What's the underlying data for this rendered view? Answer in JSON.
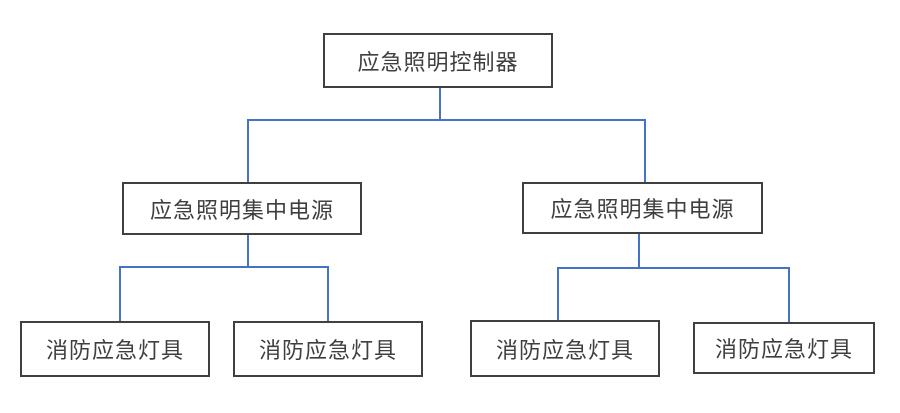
{
  "diagram": {
    "type": "hierarchy-tree",
    "colors": {
      "background": "#ffffff",
      "box_border": "#404040",
      "box_text": "#3f3f3f",
      "connector": "#4472c4"
    },
    "nodes": {
      "controller": {
        "label": "应急照明控制器",
        "level": 1
      },
      "power_left": {
        "label": "应急照明集中电源",
        "level": 2,
        "parent": "controller"
      },
      "power_right": {
        "label": "应急照明集中电源",
        "level": 2,
        "parent": "controller"
      },
      "lamp_1": {
        "label": "消防应急灯具",
        "level": 3,
        "parent": "power_left"
      },
      "lamp_2": {
        "label": "消防应急灯具",
        "level": 3,
        "parent": "power_left"
      },
      "lamp_3": {
        "label": "消防应急灯具",
        "level": 3,
        "parent": "power_right"
      },
      "lamp_4": {
        "label": "消防应急灯具",
        "level": 3,
        "parent": "power_right"
      }
    }
  }
}
